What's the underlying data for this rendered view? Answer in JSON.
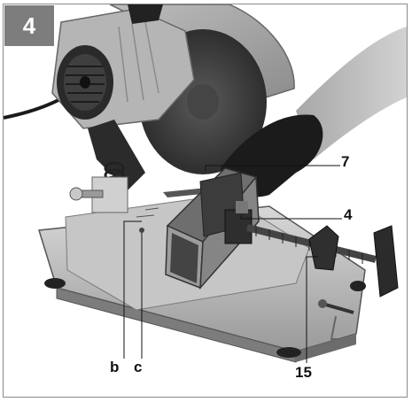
{
  "figure": {
    "step_number": "4",
    "callouts": {
      "c7": "7",
      "c4": "4",
      "c15": "15",
      "cb": "b",
      "cc": "c"
    }
  },
  "colors": {
    "badge_bg": "#7d7d7d",
    "badge_text": "#ffffff",
    "border": "#8a8a8a",
    "callout_text": "#111111"
  },
  "icons": {
    "badge": "step-number-badge"
  }
}
